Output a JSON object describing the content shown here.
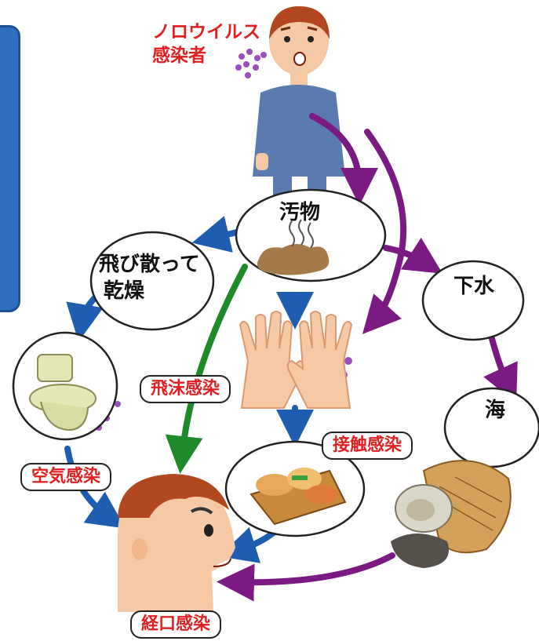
{
  "source": {
    "line1": "ノロウイルス",
    "line2": "感染者"
  },
  "nodes": {
    "filth": "汚物",
    "scatter": "飛び散って",
    "dry": "乾燥",
    "sewage": "下水",
    "sea": "海"
  },
  "routes": {
    "droplet": "飛沫感染",
    "contact": "接触感染",
    "airborne": "空気感染",
    "oral": "経口感染"
  },
  "colors": {
    "purple_arrow": "#7a1a82",
    "blue_arrow": "#1f5db0",
    "green_arrow": "#1f8a2a",
    "virus": "#9b4fbf",
    "label_red": "#e02020"
  }
}
